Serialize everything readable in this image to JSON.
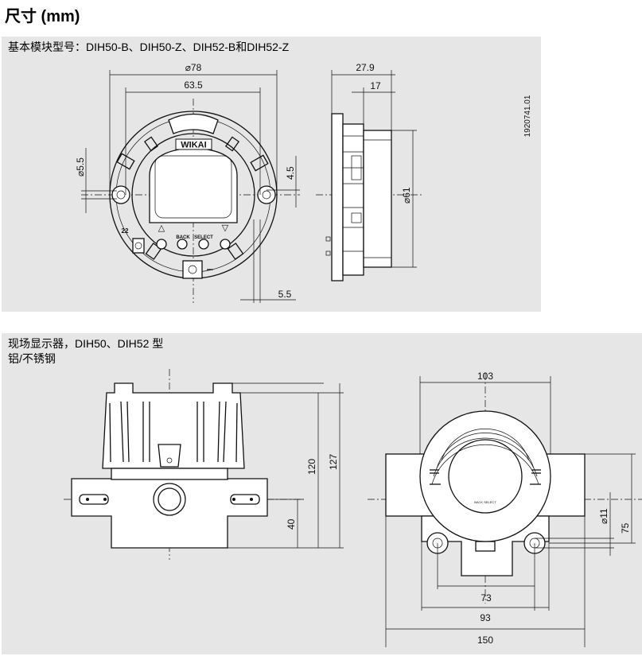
{
  "page_title": "尺寸 (mm)",
  "panel1": {
    "caption": "基本模块型号：DIH50-B、DIH50-Z、DIH52-B和DIH52-Z",
    "front": {
      "brand": "WIKAI",
      "btn_back": "BACK",
      "btn_select": "SELECT",
      "arrow_up": "△",
      "arrow_down": "▽",
      "dim_outer": "⌀78",
      "dim_inner": "63.5",
      "dim_hole": "⌀5.5",
      "dim_offset": "4.5",
      "dim_bottom": "5.5",
      "terminal": "22"
    },
    "side": {
      "dim_depth_total": "27.9",
      "dim_depth": "17",
      "dim_diameter": "⌀61",
      "drawing_number": "1920741.01"
    }
  },
  "panel2": {
    "caption_line1": "现场显示器，DIH50、DIH52 型",
    "caption_line2": "铝/不锈钢",
    "side": {
      "dim_height": "120",
      "dim_height_total": "127",
      "dim_lower": "40"
    },
    "front": {
      "dim_top": "103",
      "dim_hole": "⌀11",
      "dim_right": "75",
      "dim_73": "73",
      "dim_93": "93",
      "dim_150": "150",
      "btn_labels": "BACK SELECT"
    }
  }
}
